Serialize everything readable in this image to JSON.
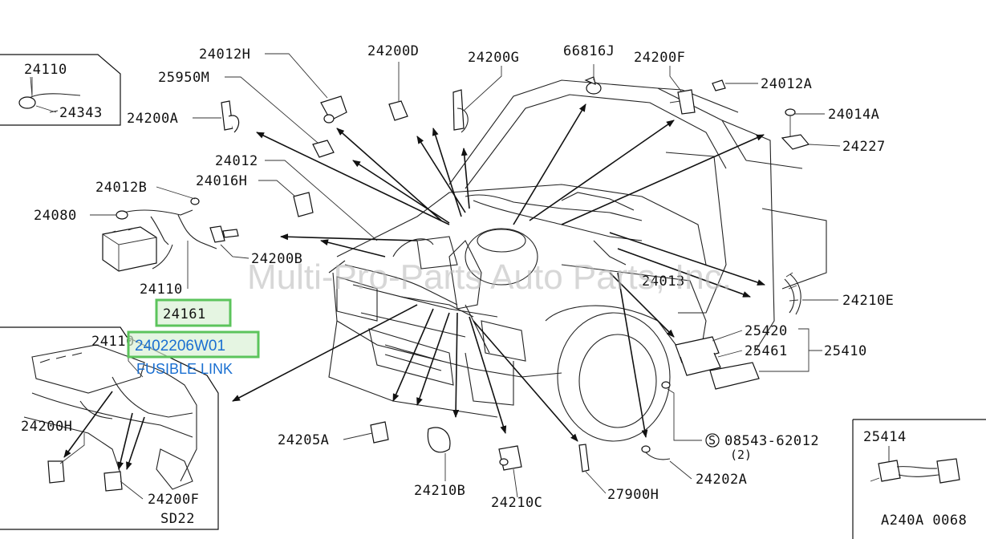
{
  "parts": {
    "p24110_inset": "24110",
    "p24343": "24343",
    "p24012H": "24012H",
    "p25950M": "25950M",
    "p24200A": "24200A",
    "p24200D": "24200D",
    "p24200G": "24200G",
    "p66816J": "66816J",
    "p24200F_top": "24200F",
    "p24012A": "24012A",
    "p24014A": "24014A",
    "p24227": "24227",
    "p24012": "24012",
    "p24016H": "24016H",
    "p24012B": "24012B",
    "p24080": "24080",
    "p24200B": "24200B",
    "p24110_mid": "24110",
    "p24013": "24013",
    "p24210E": "24210E",
    "p25420": "25420",
    "p25461": "25461",
    "p25410": "25410",
    "p24110_low": "24110",
    "p24200H": "24200H",
    "p24200F_low": "24200F",
    "pSD22": "SD22",
    "p24205A": "24205A",
    "p24210B": "24210B",
    "p24210C": "24210C",
    "p27900H": "27900H",
    "p24202A": "24202A",
    "p08543": "08543-62012",
    "p08543_qty": "(2)",
    "p25414": "25414",
    "code": "A240A 0068"
  },
  "highlights": {
    "part_24161": "24161",
    "part_2402206W01": "2402206W01",
    "fusible_link": "FUSIBLE LINK"
  },
  "watermark": "Multi-Pro-Parts Auto Parts, Inc.",
  "colors": {
    "highlight_border": "#5cc45c",
    "highlight_fill": "#d7f0d2",
    "link_text": "#1a6fd1"
  }
}
